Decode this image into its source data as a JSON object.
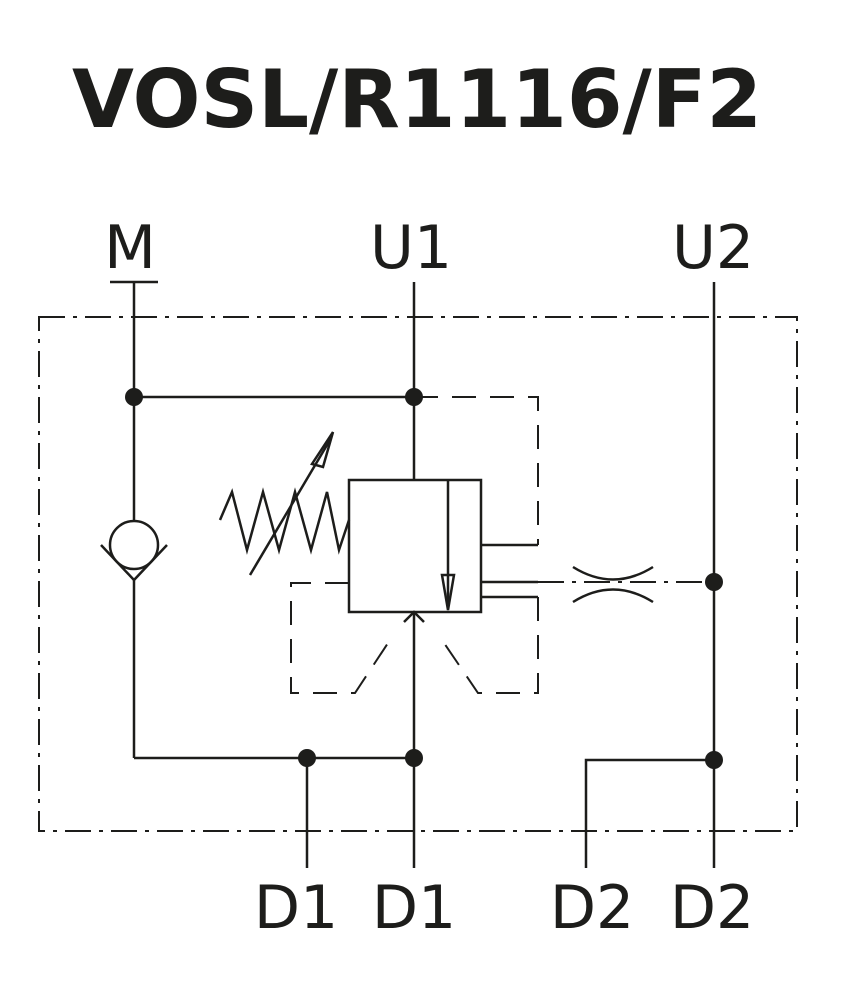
{
  "title": "VOSL/R1116/F2",
  "ports": {
    "m": "M",
    "u1": "U1",
    "u2": "U2",
    "d1_left": "D1",
    "d1_right": "D1",
    "d2_left": "D2",
    "d2_right": "D2"
  },
  "colors": {
    "line": "#1d1d1b",
    "background": "#ffffff"
  }
}
